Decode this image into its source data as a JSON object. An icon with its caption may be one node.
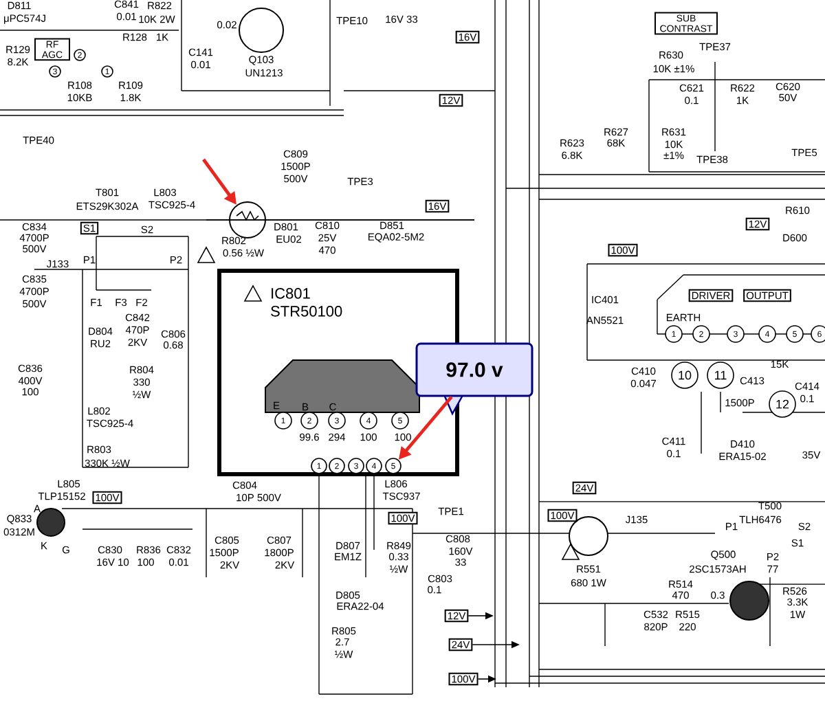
{
  "diagram": {
    "nodes": [
      {
        "text": [
          "RF AGC"
        ]
      },
      {
        "text": [
          "3"
        ]
      },
      {
        "text": [
          "2"
        ]
      },
      {
        "text": [
          "1"
        ]
      },
      {
        "text": [
          "16V"
        ]
      },
      {
        "text": [
          "SUB CONTRAST"
        ]
      },
      {
        "text": [
          "12V"
        ]
      },
      {
        "text": [
          "16V"
        ]
      },
      {
        "text": [
          "12V"
        ]
      },
      {
        "text": [
          "100V"
        ]
      },
      {
        "text": [],
        "shape": "circle"
      },
      {
        "text": [
          "S1"
        ]
      },
      {
        "text": [
          "IC801",
          "STR50100"
        ]
      },
      {
        "text": [
          "1"
        ],
        "in": 12
      },
      {
        "text": [
          "2"
        ],
        "in": 12
      },
      {
        "text": [
          "3"
        ],
        "in": 12
      },
      {
        "text": [
          "4"
        ],
        "in": 12
      },
      {
        "text": [
          "5"
        ],
        "in": 12
      },
      {
        "text": [
          "1"
        ],
        "in": 12
      },
      {
        "text": [
          "2"
        ],
        "in": 12
      },
      {
        "text": [
          "3"
        ],
        "in": 12
      },
      {
        "text": [
          "4"
        ],
        "in": 12
      },
      {
        "text": [
          "5"
        ],
        "in": 12
      },
      {
        "text": [
          "97.0 v"
        ]
      },
      {
        "text": [
          "DRIVER"
        ]
      },
      {
        "text": [
          "OUTPUT"
        ]
      },
      {
        "text": [
          "1"
        ]
      },
      {
        "text": [
          "2"
        ]
      },
      {
        "text": [
          "3"
        ]
      },
      {
        "text": [
          "4"
        ]
      },
      {
        "text": [
          "5"
        ]
      },
      {
        "text": [
          "6"
        ]
      },
      {
        "text": [
          "10"
        ]
      },
      {
        "text": [
          "11"
        ]
      },
      {
        "text": [
          "12"
        ]
      },
      {
        "text": [
          "100V"
        ]
      },
      {
        "text": [
          "100V"
        ]
      },
      {
        "text": [
          "24V"
        ]
      },
      {
        "text": [
          "100V"
        ]
      },
      {
        "text": [
          "12V"
        ]
      },
      {
        "text": [
          "24V"
        ]
      },
      {
        "text": [
          "100V"
        ]
      }
    ],
    "edges": [
      {
        "from": 23,
        "to": 22,
        "arrow": "to",
        "style": "thick",
        "color": "#e8251f"
      },
      {
        "from": null,
        "to": 10,
        "arrow": "to",
        "style": "thick",
        "color": "#e8251f"
      },
      {
        "from": 39,
        "to": null,
        "arrow": "to"
      },
      {
        "from": 40,
        "to": null,
        "arrow": "to"
      },
      {
        "from": 41,
        "to": null,
        "arrow": "to"
      }
    ],
    "labels": [
      "D811",
      "μPC574J",
      "C841",
      "0.01",
      "R822",
      "10K 2W",
      "0.02",
      "Q103",
      "UN1213",
      "TPE10",
      "16V 33",
      "R128",
      "1K",
      "R129",
      "8.2K",
      "C141",
      "0.01",
      "R108",
      "10KB",
      "R109",
      "1.8K",
      "TPE37",
      "R630",
      "10K ±1%",
      "C621",
      "0.1",
      "R622",
      "1K",
      "C620",
      "50V",
      "R623",
      "6.8K",
      "R627",
      "68K",
      "R631",
      "10K",
      "±1%",
      "TPE38",
      "TPE5",
      "TPE40",
      "T801",
      "ETS29K302A",
      "L803",
      "TSC925-4",
      "C809",
      "1500P",
      "500V",
      "TPE3",
      "R610",
      "D600",
      "C834",
      "S2",
      "D801",
      "C810",
      "D851",
      "4700P",
      "R802",
      "EU02",
      "25V",
      "EQA02-5M2",
      "500V",
      "0.56 ½W",
      "470",
      "J133",
      "P1",
      "P2",
      "C835",
      "4700P",
      "500V",
      "F1",
      "F3",
      "F2",
      "D804",
      "RU2",
      "C842",
      "470P",
      "2KV",
      "C806",
      "0.68",
      "C836",
      "400V",
      "100",
      "R804",
      "330",
      "½W",
      "L802",
      "TSC925-4",
      "R803",
      "330K ½W",
      "E",
      "B",
      "C",
      "99.6",
      "294",
      "100",
      "100",
      "C804",
      "10P 500V",
      "L806",
      "TSC937",
      "L805",
      "TLP15152",
      "Q833",
      "0312M",
      "A",
      "K",
      "G",
      "C830",
      "16V 10",
      "R836",
      "100",
      "C832",
      "0.01",
      "C805",
      "1500P",
      "2KV",
      "C807",
      "1800P",
      "2KV",
      "D807",
      "EM1Z",
      "R849",
      "0.33",
      "½W",
      "D805",
      "ERA22-04",
      "R805",
      "2.7",
      "½W",
      "TPE1",
      "C808",
      "160V",
      "33",
      "C803",
      "0.1",
      "R551",
      "680 1W",
      "J135",
      "T500",
      "TLH6476",
      "P1",
      "S2",
      "S1",
      "Q500",
      "2SC1573AH",
      "P2",
      "77",
      "R514",
      "470",
      "R515",
      "220",
      "C532",
      "820P",
      "0.3",
      "R526",
      "3.3K",
      "1W",
      "IC401",
      "AN5521",
      "EARTH",
      "C410",
      "0.047",
      "C411",
      "0.1",
      "C413",
      "1500P",
      "15K",
      "C414",
      "0.1",
      "D410",
      "ERA15-02",
      "35V"
    ]
  }
}
